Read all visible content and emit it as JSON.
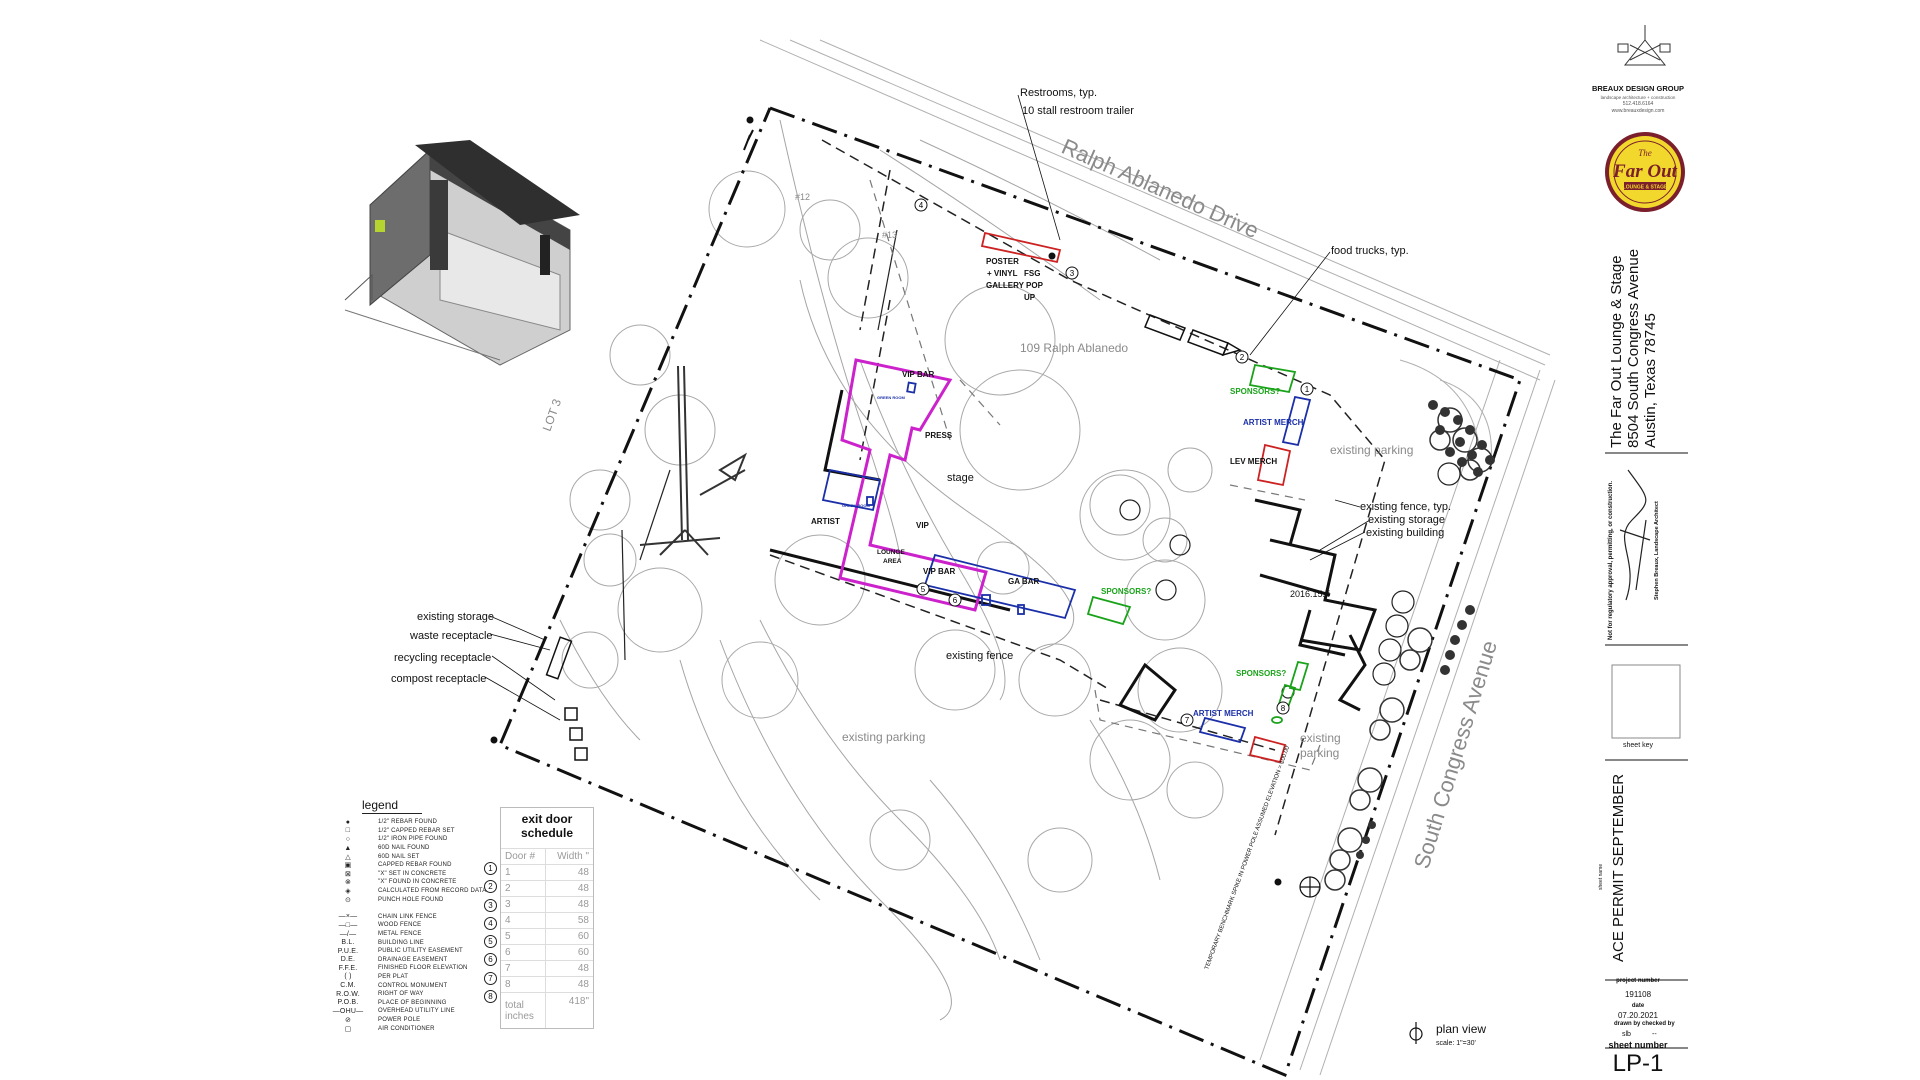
{
  "site": {
    "street_north": "Ralph Ablanedo Drive",
    "street_east": "South Congress Avenue",
    "lot": "LOT 3",
    "address_ghost": "109 Ralph Ablanedo"
  },
  "labels": {
    "restrooms": "Restrooms, typ.",
    "restroom_trailer": "10 stall restroom trailer",
    "food_trucks": "food trucks, typ.",
    "existing_parking_ne": "existing parking",
    "existing_fence_typ": "existing fence, typ.",
    "existing_storage_e": "existing storage",
    "existing_building": "existing building",
    "existing_storage_w": "existing storage",
    "waste": "waste receptacle",
    "recycling": "recycling receptacle",
    "compost": "compost receptacle",
    "existing_fence": "existing fence",
    "existing_parking_s": "existing parking",
    "existing_parking_se_1": "existing",
    "existing_parking_se_2": "parking",
    "stage": "stage",
    "area_sf": "2016.15sf",
    "benchmark": "TEMPORARY BENCHMARK SPIKE IN POWER POLE ASSUMED ELEVATION = 100.00'",
    "tree_12": "#12",
    "tree_13": "#13"
  },
  "tags": {
    "poster": "POSTER",
    "vinyl": "+ VINYL",
    "gallery": "GALLERY POP",
    "up": "UP",
    "fsg": "FSG",
    "vip_bar_top": "VIP BAR",
    "press": "PRESS",
    "artist": "ARTIST",
    "vip": "VIP",
    "lounge": "LOUNGE",
    "area": "AREA",
    "vip_bar": "VIP BAR",
    "ga_bar": "GA BAR",
    "sponsors_1": "SPONSORS?",
    "sponsors_2": "SPONSORS?",
    "sponsors_3": "SPONSORS?",
    "artist_merch_1": "ARTIST MERCH",
    "artist_merch_2": "ARTIST MERCH",
    "lev_merch": "LEV MERCH",
    "green_room": "GREEN ROOM"
  },
  "door_markers": [
    "1",
    "2",
    "3",
    "4",
    "5",
    "6",
    "7",
    "8"
  ],
  "legend": {
    "title": "legend",
    "items": [
      {
        "sym": "●",
        "text": "1/2\" REBAR FOUND"
      },
      {
        "sym": "□",
        "text": "1/2\" CAPPED REBAR SET"
      },
      {
        "sym": "○",
        "text": "1/2\" IRON PIPE FOUND"
      },
      {
        "sym": "▲",
        "text": "60D NAIL FOUND"
      },
      {
        "sym": "△",
        "text": "60D NAIL SET"
      },
      {
        "sym": "▣",
        "text": "CAPPED REBAR FOUND"
      },
      {
        "sym": "⊠",
        "text": "\"X\" SET IN CONCRETE"
      },
      {
        "sym": "⊗",
        "text": "\"X\" FOUND IN CONCRETE"
      },
      {
        "sym": "◈",
        "text": "CALCULATED FROM RECORD DATA"
      },
      {
        "sym": "⊙",
        "text": "PUNCH HOLE FOUND"
      },
      {
        "sym": "",
        "text": ""
      },
      {
        "sym": "—×—",
        "text": "CHAIN LINK FENCE"
      },
      {
        "sym": "—□—",
        "text": "WOOD FENCE"
      },
      {
        "sym": "—/—",
        "text": "METAL FENCE"
      },
      {
        "sym": "B.L.",
        "text": "BUILDING LINE"
      },
      {
        "sym": "P.U.E.",
        "text": "PUBLIC UTILITY EASEMENT"
      },
      {
        "sym": "D.E.",
        "text": "DRAINAGE EASEMENT"
      },
      {
        "sym": "F.F.E.",
        "text": "FINISHED FLOOR ELEVATION"
      },
      {
        "sym": "( )",
        "text": "PER PLAT"
      },
      {
        "sym": "C.M.",
        "text": "CONTROL MONUMENT"
      },
      {
        "sym": "R.O.W.",
        "text": "RIGHT OF WAY"
      },
      {
        "sym": "P.O.B.",
        "text": "PLACE OF BEGINNING"
      },
      {
        "sym": "—OHU—",
        "text": "OVERHEAD UTILITY LINE"
      },
      {
        "sym": "⊘",
        "text": "POWER POLE"
      },
      {
        "sym": "▢",
        "text": "AIR CONDITIONER"
      }
    ]
  },
  "door_schedule": {
    "title_1": "exit door",
    "title_2": "schedule",
    "col_door": "Door #",
    "col_width": "Width \"",
    "rows": [
      {
        "door": "1",
        "width": "48"
      },
      {
        "door": "2",
        "width": "48"
      },
      {
        "door": "3",
        "width": "48"
      },
      {
        "door": "4",
        "width": "58"
      },
      {
        "door": "5",
        "width": "60"
      },
      {
        "door": "6",
        "width": "60"
      },
      {
        "door": "7",
        "width": "48"
      },
      {
        "door": "8",
        "width": "48"
      }
    ],
    "total_label_1": "total",
    "total_label_2": "inches",
    "total_value": "418\""
  },
  "plan_view": {
    "title": "plan view",
    "scale": "scale: 1\"=30'"
  },
  "title_block": {
    "firm": "BREAUX DESIGN GROUP",
    "firm_sub": "landscape architecture + construction",
    "phone": "512.418.6164",
    "web": "www.breauxdesign.com",
    "logo_line1": "The",
    "logo_line2": "Far Out",
    "logo_line3": "LOUNGE & STAGE",
    "project_1": "The Far Out Lounge & Stage",
    "project_2": "8504 South Congress Avenue",
    "project_3": "Austin, Texas 78745",
    "not_for_reg": "Not for regulatory approval, permitting, or construction.",
    "signer": "Stephen Breaux, Landscape Architect",
    "sheet_key": "sheet key",
    "sheet_name_label": "sheet name",
    "sheet_name": "ACE PERMIT SEPTEMBER",
    "project_number_label": "project number",
    "project_number": "191108",
    "date_label": "date",
    "date": "07.20.2021",
    "drawn_by_label": "drawn by",
    "checked_by_label": "checked by",
    "drawn_by": "slb",
    "checked_by": "--",
    "sheet_number_label": "sheet number",
    "sheet_number": "LP-1"
  },
  "colors": {
    "magenta": "#cc22cc",
    "blue": "#1a2fa8",
    "green": "#1aa31a",
    "red": "#cc2222",
    "logo_yellow": "#f2d82c",
    "logo_maroon": "#7a1f2b"
  }
}
